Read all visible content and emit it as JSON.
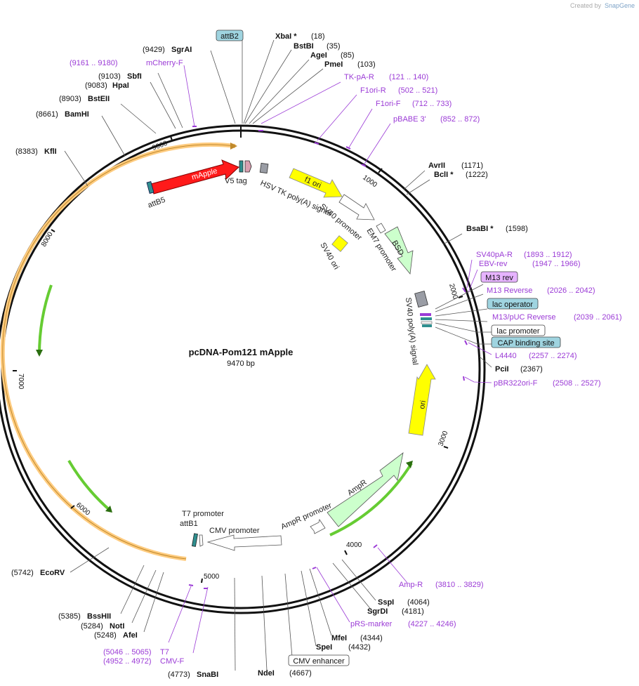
{
  "credit": {
    "prefix": "Created by",
    "brand": "SnapGene"
  },
  "map": {
    "title": "pcDNA-Pom121 mApple",
    "length": "9470 bp"
  },
  "ticks": [
    "1000",
    "2000",
    "3000",
    "4000",
    "5000",
    "6000",
    "7000",
    "8000",
    "9000"
  ],
  "sites": [
    {
      "name": "XbaI *",
      "pos": "(18)"
    },
    {
      "name": "BstBI",
      "pos": "(35)"
    },
    {
      "name": "AgeI",
      "pos": "(85)"
    },
    {
      "name": "PmeI",
      "pos": "(103)"
    },
    {
      "name": "AvrII",
      "pos": "(1171)"
    },
    {
      "name": "BclI *",
      "pos": "(1222)"
    },
    {
      "name": "BsaBI *",
      "pos": "(1598)"
    },
    {
      "name": "PciI",
      "pos": "(2367)"
    },
    {
      "name": "SspI",
      "pos": "(4064)"
    },
    {
      "name": "SgrDI",
      "pos": "(4181)"
    },
    {
      "name": "MfeI",
      "pos": "(4344)"
    },
    {
      "name": "SpeI",
      "pos": "(4432)"
    },
    {
      "name": "NdeI",
      "pos": "(4667)"
    },
    {
      "name": "SnaBI",
      "pos": "(4773)"
    },
    {
      "name": "AfeI",
      "pos": "(5248)"
    },
    {
      "name": "NotI",
      "pos": "(5284)"
    },
    {
      "name": "BssHII",
      "pos": "(5385)"
    },
    {
      "name": "EcoRV",
      "pos": "(5742)"
    },
    {
      "name": "KflI",
      "pos": "(8383)"
    },
    {
      "name": "BamHI",
      "pos": "(8661)"
    },
    {
      "name": "BstEII",
      "pos": "(8903)"
    },
    {
      "name": "HpaI",
      "pos": "(9083)"
    },
    {
      "name": "SbfI",
      "pos": "(9103)"
    },
    {
      "name": "SgrAI",
      "pos": "(9429)"
    }
  ],
  "primers": [
    {
      "name": "TK-pA-R",
      "pos": "(121 .. 140)"
    },
    {
      "name": "F1ori-R",
      "pos": "(502 .. 521)"
    },
    {
      "name": "F1ori-F",
      "pos": "(712 .. 733)"
    },
    {
      "name": "pBABE 3'",
      "pos": "(852 .. 872)"
    },
    {
      "name": "SV40pA-R",
      "pos": "(1893 .. 1912)"
    },
    {
      "name": "EBV-rev",
      "pos": "(1947 .. 1966)"
    },
    {
      "name": "M13 Reverse",
      "pos": "(2026 .. 2042)"
    },
    {
      "name": "M13/pUC Reverse",
      "pos": "(2039 .. 2061)"
    },
    {
      "name": "L4440",
      "pos": "(2257 .. 2274)"
    },
    {
      "name": "pBR322ori-F",
      "pos": "(2508 .. 2527)"
    },
    {
      "name": "Amp-R",
      "pos": "(3810 .. 3829)"
    },
    {
      "name": "pRS-marker",
      "pos": "(4227 .. 4246)"
    },
    {
      "name": "T7",
      "pos": "(5046 .. 5065)"
    },
    {
      "name": "CMV-F",
      "pos": "(4952 .. 4972)"
    },
    {
      "name": "mCherry-F",
      "pos": "(9161 .. 9180)"
    }
  ],
  "boxed": {
    "attB2": "attB2",
    "m13rev": "M13 rev",
    "lacop": "lac operator",
    "lacprom": "lac promoter",
    "cap": "CAP binding site",
    "cmvenh": "CMV enhancer"
  },
  "features": {
    "mApple": "mApple",
    "attB5": "attB5",
    "v5": "V5 tag",
    "hsv": "HSV TK poly(A) signal",
    "f1ori": "f1 ori",
    "sv40prom": "SV40 promoter",
    "em7": "EM7 promoter",
    "bsd": "BSD",
    "sv40ori": "SV40 ori",
    "sv40pa": "SV40 poly(A) signal",
    "ori": "ori",
    "ampr": "AmpR",
    "amprprom": "AmpR promoter",
    "cmvprom": "CMV promoter",
    "t7prom": "T7 promoter",
    "attB1": "attB1"
  },
  "colors": {
    "mApple": "#ff1a1a",
    "f1ori": "#ffff00",
    "ori": "#ffff00",
    "bsd": "#ccffcc",
    "ampr": "#ccffcc",
    "primer": "#9b3bd6",
    "orange_band": "#ffcc80",
    "green_band": "#66cc33",
    "boxed_teal": "#9fd4e0",
    "boxed_purple": "#e6b3ff"
  }
}
